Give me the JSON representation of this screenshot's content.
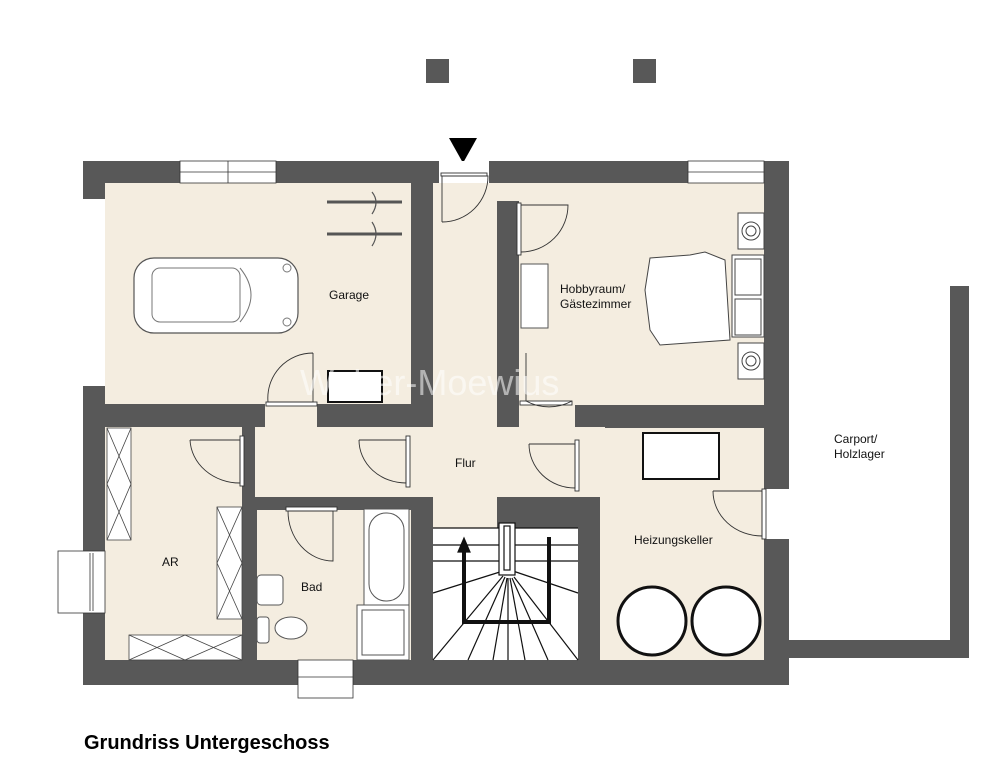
{
  "plan": {
    "title": "Grundriss Untergeschoss",
    "watermark": "Weber-Moewius",
    "colors": {
      "wall": "#585858",
      "floor": "#f4ede0",
      "furniture": "#ffffff",
      "line": "#333333"
    },
    "entrance_marker": "entrance-arrow",
    "rooms": [
      {
        "id": "garage",
        "label": "Garage"
      },
      {
        "id": "hobby",
        "label": "Hobbyraum/\nGästezimmer"
      },
      {
        "id": "flur",
        "label": "Flur"
      },
      {
        "id": "ar",
        "label": "AR"
      },
      {
        "id": "bad",
        "label": "Bad"
      },
      {
        "id": "heizung",
        "label": "Heizungskeller"
      },
      {
        "id": "carport",
        "label": "Carport/\nHolzlager"
      }
    ]
  }
}
